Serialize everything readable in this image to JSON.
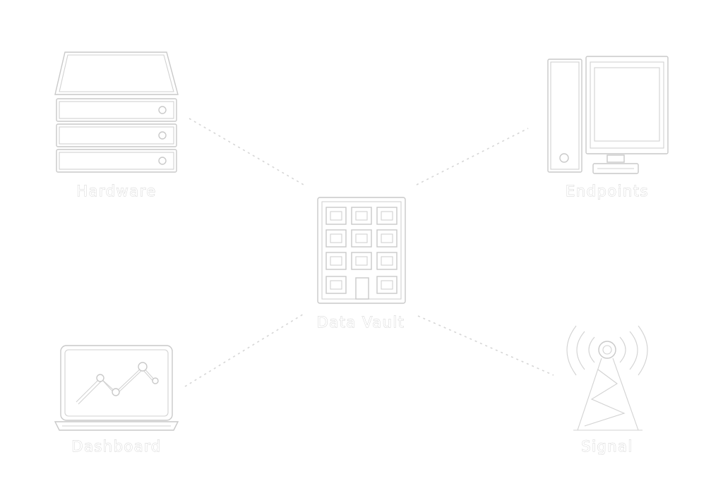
{
  "diagram": {
    "center": {
      "label": "Data Vault",
      "icon": "building-icon"
    },
    "nodes": [
      {
        "id": "hardware",
        "label": "Hardware",
        "icon": "server-rack-icon"
      },
      {
        "id": "endpoints",
        "label": "Endpoints",
        "icon": "desktop-computer-icon"
      },
      {
        "id": "dashboard",
        "label": "Dashboard",
        "icon": "laptop-chart-icon"
      },
      {
        "id": "signal",
        "label": "Signal",
        "icon": "radio-tower-icon"
      }
    ],
    "colors": {
      "background": "#ffffff",
      "outline": "#c9c9c9",
      "connector": "#d6d6d6"
    }
  }
}
